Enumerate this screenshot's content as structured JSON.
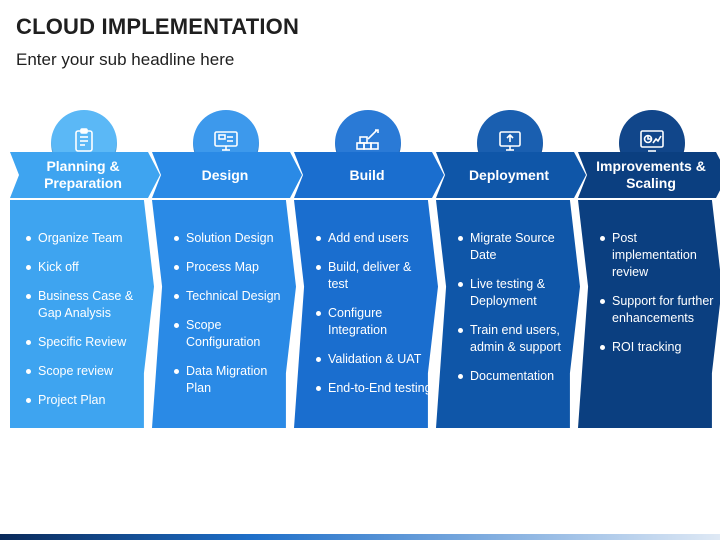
{
  "header": {
    "title": "CLOUD IMPLEMENTATION",
    "subtitle": "Enter your sub headline here"
  },
  "stages": [
    {
      "title": "Planning & Preparation",
      "icon": "planning-icon",
      "color": "#3ea4f0",
      "circle_color": "#5bb8f6",
      "items": [
        "Organize Team",
        "Kick off",
        "Business Case & Gap Analysis",
        "Specific Review",
        "Scope review",
        "Project Plan"
      ]
    },
    {
      "title": "Design",
      "icon": "design-icon",
      "color": "#2a8ae6",
      "circle_color": "#3d99ec",
      "items": [
        "Solution Design",
        "Process Map",
        "Technical Design",
        "Scope Configuration",
        "Data Migration Plan"
      ]
    },
    {
      "title": "Build",
      "icon": "build-icon",
      "color": "#1a6ecf",
      "circle_color": "#2a7ad6",
      "items": [
        "Add end users",
        "Build, deliver & test",
        "Configure Integration",
        "Validation & UAT",
        "End-to-End testing"
      ]
    },
    {
      "title": "Deployment",
      "icon": "deployment-icon",
      "color": "#0f56a8",
      "circle_color": "#1a5fb0",
      "items": [
        "Migrate Source Date",
        "Live testing & Deployment",
        "Train end users, admin & support",
        "Documentation"
      ]
    },
    {
      "title": "Improvements & Scaling",
      "icon": "scaling-icon",
      "color": "#0b3f80",
      "circle_color": "#11468a",
      "items": [
        "Post implementation review",
        "Support for further enhancements",
        "ROI tracking"
      ]
    }
  ]
}
